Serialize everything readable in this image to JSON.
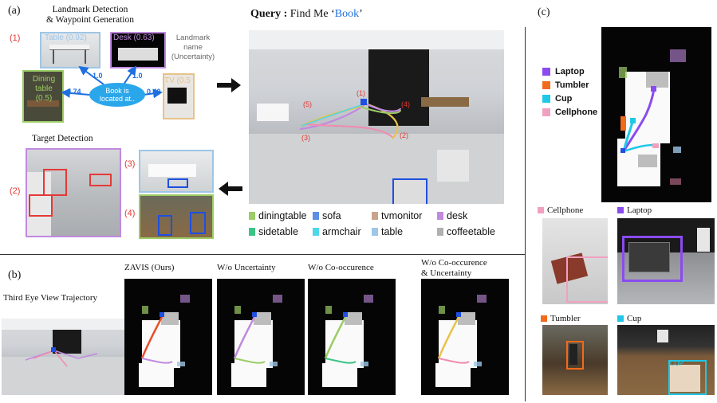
{
  "panel_a": {
    "label": "(a)",
    "landmark_title": "Landmark Detection\n& Waypoint Generation",
    "step1": "(1)",
    "step2": "(2)",
    "step3": "(3)",
    "step4": "(4)",
    "landmark_caption": "Landmark\nname\n(Uncertainty)",
    "tags": {
      "table": "Table (0.92)",
      "desk": "Desk (0.63)",
      "dining": "Dining table\n(0.5)",
      "tv": "TV (0.5"
    },
    "bubble": "Book is\nlocated at..",
    "weights": {
      "w_table": "1.0",
      "w_desk": "1.0",
      "w_dining": "0.74",
      "w_tv": "0.40"
    },
    "target_title": "Target Detection",
    "query_prefix": "Query : ",
    "query_text": "Find Me ‘",
    "query_object": "Book",
    "query_suffix": "’",
    "scene_marks": [
      "(1)",
      "(2)",
      "(3)",
      "(4)",
      "(5)"
    ],
    "legend": [
      {
        "name": "diningtable",
        "color": "#9ccc65"
      },
      {
        "name": "sofa",
        "color": "#5c8ee6"
      },
      {
        "name": "tvmonitor",
        "color": "#c8a48c"
      },
      {
        "name": "desk",
        "color": "#c08adf"
      },
      {
        "name": "sidetable",
        "color": "#3cc486"
      },
      {
        "name": "armchair",
        "color": "#4fd6e8"
      },
      {
        "name": "table",
        "color": "#9ec6e6"
      },
      {
        "name": "coffeetable",
        "color": "#b0b0b0"
      }
    ]
  },
  "panel_b": {
    "label": "(b)",
    "third_eye": "Third Eye View Trajectory",
    "columns": [
      "ZAVIS (Ours)",
      "W/o Uncertainty",
      "W/o Co-occurence",
      "W/o Co-occurence\n& Uncertainty"
    ]
  },
  "panel_c": {
    "label": "(c)",
    "legend": [
      {
        "name": "Laptop",
        "color": "#8b4bef"
      },
      {
        "name": "Tumbler",
        "color": "#f26a1b"
      },
      {
        "name": "Cup",
        "color": "#1ec8e6"
      },
      {
        "name": "Cellphone",
        "color": "#f2a0c0"
      }
    ],
    "captions": [
      "Cellphone",
      "Laptop",
      "Tumbler",
      "Cup"
    ],
    "cup_overlay": "CUP"
  }
}
